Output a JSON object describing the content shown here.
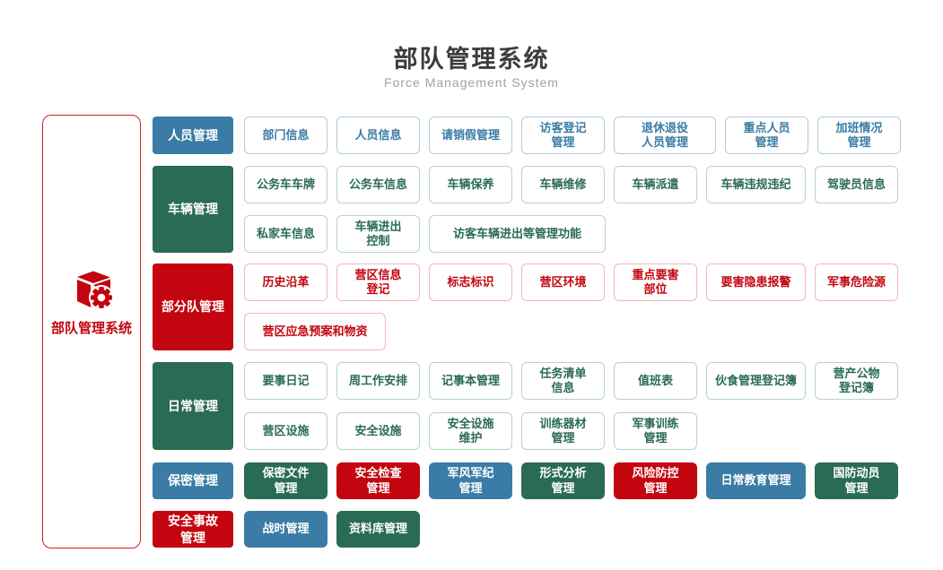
{
  "header": {
    "title": "部队管理系统",
    "subtitle": "Force Management System"
  },
  "sidebar": {
    "label": "部队管理系统",
    "icon": "cube-gear-icon"
  },
  "palette": {
    "blue": "#3a7ca5",
    "green": "#2a6b53",
    "red": "#c30510",
    "blue_border": "#aecbdd",
    "green_border": "#b7d4c8",
    "red_border": "#f2b6ba",
    "title_text": "#3c3c3c",
    "subtitle_text": "#a2a2a2",
    "background": "#ffffff"
  },
  "rows": [
    {
      "category": {
        "label": "人员管理",
        "color": "blue"
      },
      "lines": [
        [
          "部门信息",
          "人员信息",
          "请销假管理",
          "访客登记\n管理",
          "退休退役\n人员管理",
          "重点人员\n管理",
          "加班情况\n管理"
        ]
      ]
    },
    {
      "category": {
        "label": "车辆管理",
        "color": "green"
      },
      "lines": [
        [
          "公务车车牌",
          "公务车信息",
          "车辆保养",
          "车辆维修",
          "车辆派遣",
          "车辆违规违纪",
          "驾驶员信息"
        ],
        [
          "私家车信息",
          "车辆进出\n控制",
          "访客车辆进出等管理功能"
        ]
      ]
    },
    {
      "category": {
        "label": "部分队管理",
        "color": "red"
      },
      "lines": [
        [
          "历史沿革",
          "营区信息\n登记",
          "标志标识",
          "营区环境",
          "重点要害\n部位",
          "要害隐患报警",
          "军事危险源"
        ],
        [
          "营区应急预案和物资"
        ]
      ]
    },
    {
      "category": {
        "label": "日常管理",
        "color": "green"
      },
      "lines": [
        [
          "要事日记",
          "周工作安排",
          "记事本管理",
          "任务清单\n信息",
          "值班表",
          "伙食管理登记簿",
          "营产公物\n登记簿"
        ],
        [
          "营区设施",
          "安全设施",
          "安全设施\n维护",
          "训练器材\n管理",
          "军事训练\n管理"
        ]
      ]
    },
    {
      "category": {
        "label": "保密管理",
        "color": "blue"
      },
      "solids": [
        {
          "label": "保密文件\n管理",
          "color": "green"
        },
        {
          "label": "安全检查\n管理",
          "color": "red"
        },
        {
          "label": "军风军纪\n管理",
          "color": "blue"
        },
        {
          "label": "形式分析\n管理",
          "color": "green"
        },
        {
          "label": "风险防控\n管理",
          "color": "red"
        },
        {
          "label": "日常教育管理",
          "color": "blue"
        },
        {
          "label": "国防动员\n管理",
          "color": "green"
        }
      ]
    },
    {
      "category": {
        "label": "安全事故\n管理",
        "color": "red"
      },
      "solids": [
        {
          "label": "战时管理",
          "color": "blue"
        },
        {
          "label": "资料库管理",
          "color": "green"
        }
      ]
    }
  ]
}
